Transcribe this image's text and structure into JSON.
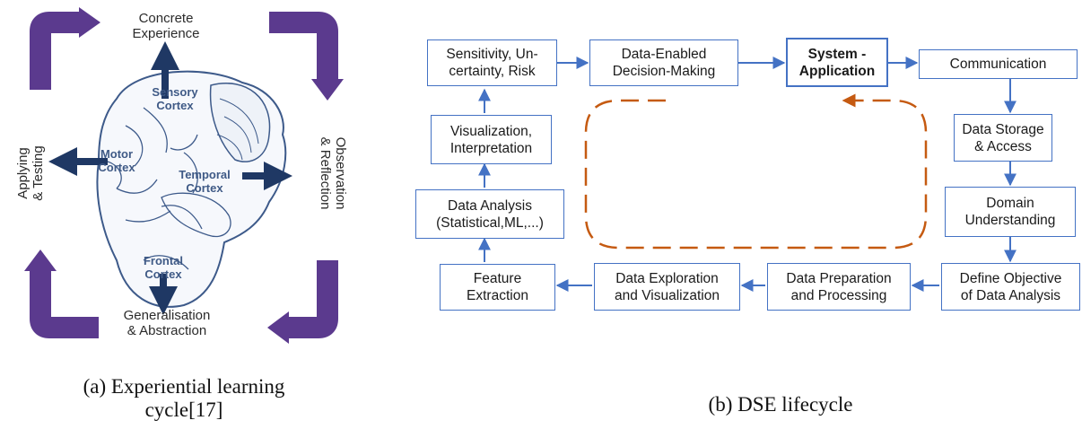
{
  "left_panel": {
    "labels": {
      "top": "Concrete\nExperience",
      "right": "Observation\n& Reflection",
      "bottom": "Generalisation\n& Abstraction",
      "left": "Applying\n& Testing"
    },
    "brain_labels": {
      "sensory": "Sensory\nCortex",
      "motor": "Motor\nCortex",
      "temporal": "Temporal\nCortex",
      "frontal": "Frontal\nCortex"
    },
    "caption": "(a) Experiential learning\ncycle[17]",
    "colors": {
      "cycle_arrow": "#5b3a8e",
      "brain_outline": "#3d5a8a",
      "pointer": "#1f3864"
    }
  },
  "right_panel": {
    "boxes": {
      "sensitivity": "Sensitivity, Un-\ncertainty, Risk",
      "decision": "Data-Enabled\nDecision-Making",
      "system": "System -\nApplication",
      "communication": "Communication",
      "storage": "Data Storage\n& Access",
      "domain": "Domain\nUnderstanding",
      "objective": "Define Objective\nof Data Analysis",
      "preparation": "Data Preparation\nand Processing",
      "exploration": "Data Exploration\nand Visualization",
      "feature": "Feature\nExtraction",
      "analysis": "Data Analysis\n(Statistical,ML,...)",
      "visualization": "Visualization,\nInterpretation"
    },
    "caption": "(b) DSE lifecycle",
    "colors": {
      "box_border": "#4472c4",
      "flow_arrow": "#4472c4",
      "loop": "#c55a11"
    }
  }
}
